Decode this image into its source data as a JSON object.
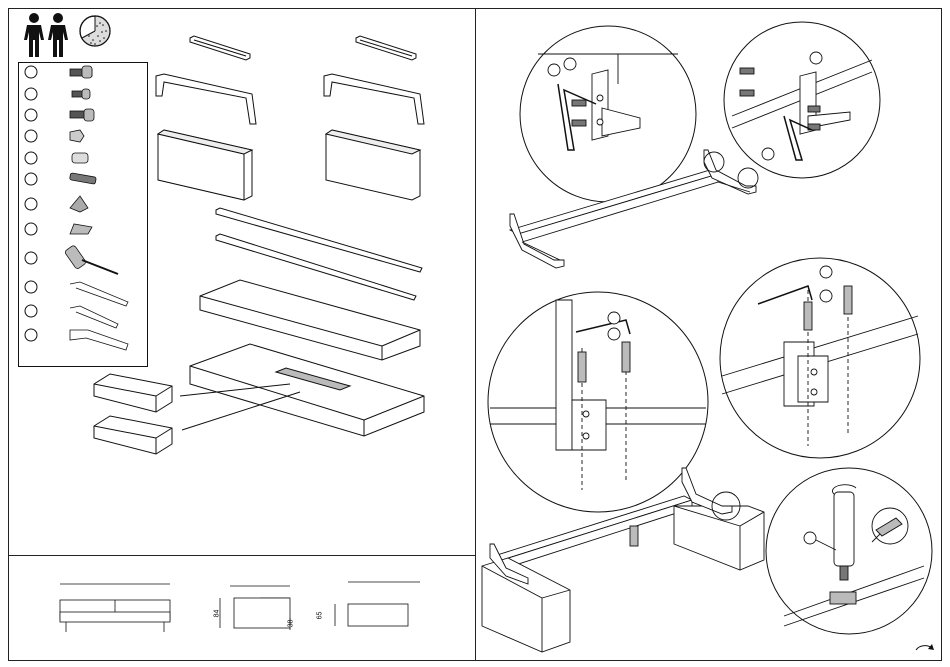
{
  "dimensions": {
    "side_height_label": "84",
    "side_seat_label": "38",
    "back_height_label": "65"
  },
  "icons": {
    "people": "two-person-icon",
    "clock": "clock-icon",
    "drill": "screwdriver-icon",
    "next": "next-page-icon"
  }
}
